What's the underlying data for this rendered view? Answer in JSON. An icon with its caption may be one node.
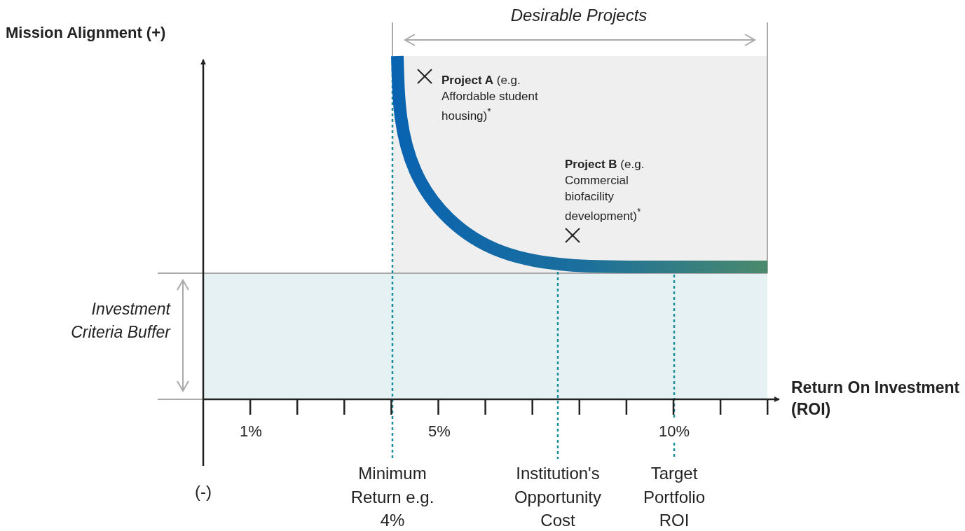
{
  "diagram": {
    "labels": [
      "Mission Alignment (+)",
      "Desirable Projects",
      "**Project A** (e.g. Affordable student housing)$^{*}$",
      "**Project B** (e.g. Commercial biofacility development)$^{*}$",
      "Investment Criteria Buffer",
      "Return On Investment (ROI)",
      "1%",
      "5%",
      "10%",
      "(-)",
      "Minimum Return e.g. 4%",
      "Institution's Opportunity Cost",
      "Target Portfolio ROI"
    ]
  }
}
